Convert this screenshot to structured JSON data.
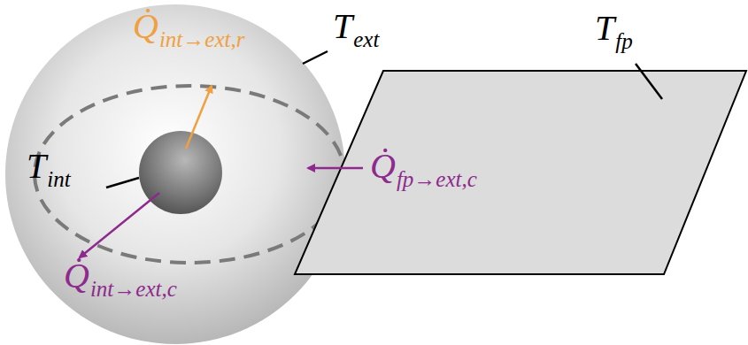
{
  "diagram": {
    "labels": [
      "T",
      "ext",
      "T",
      "fp",
      "T",
      "int",
      "Q̇",
      "int→ext,r",
      "Q̇",
      "fp→ext,c",
      "Q̇",
      "int→ext,c"
    ]
  }
}
